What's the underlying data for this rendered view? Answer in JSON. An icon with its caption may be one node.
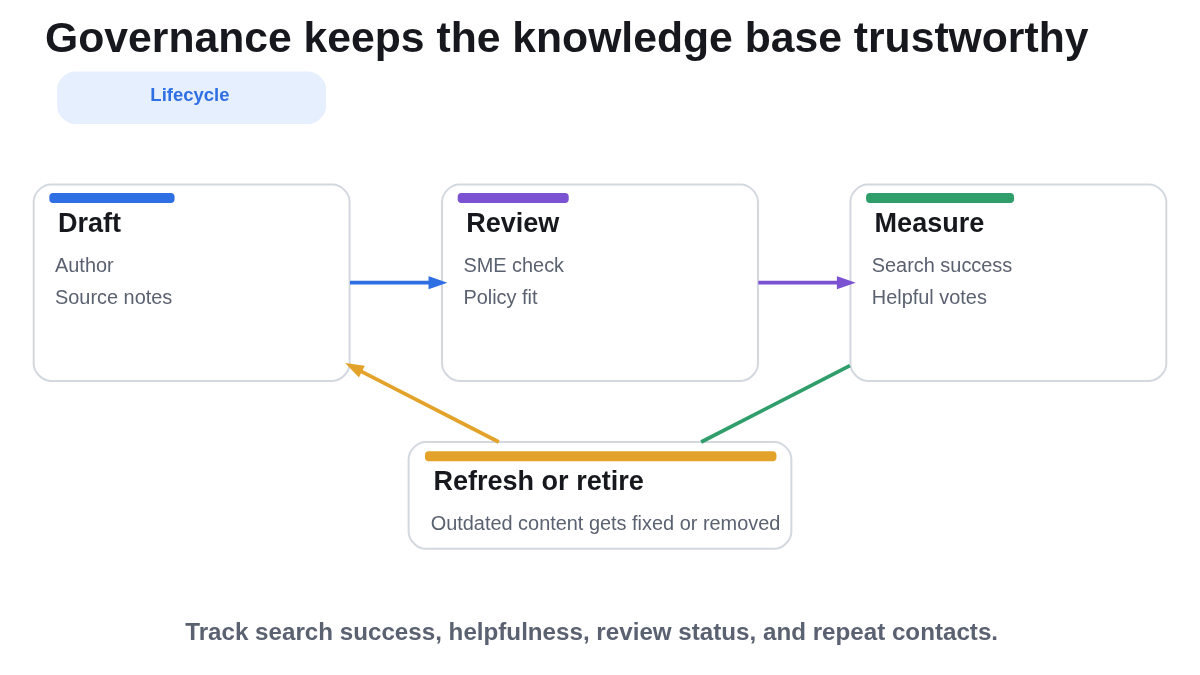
{
  "diagram": {
    "title": "Governance keeps the knowledge base trustworthy",
    "caption": "Track search success, helpfulness, review status, and repeat contacts.",
    "nodes": [
      {
        "text": [
          "Lifecycle"
        ]
      },
      {
        "text": [
          "Draft",
          "Author",
          "Source notes"
        ]
      },
      {
        "text": [
          "Review",
          "SME check",
          "Policy fit"
        ]
      },
      {
        "text": [
          "Measure",
          "Search success",
          "Helpful votes"
        ]
      },
      {
        "text": [
          "Refresh or retire",
          "Outdated content gets fixed or removed"
        ]
      }
    ],
    "edges": [
      {
        "from": 1,
        "to": 2,
        "arrow": "to",
        "color": "#2f6fe4"
      },
      {
        "from": 2,
        "to": 3,
        "arrow": "to",
        "color": "#7b52d1"
      },
      {
        "from": 3,
        "to": 4,
        "arrow": "none",
        "color": "#2f9e6a"
      },
      {
        "from": 4,
        "to": 1,
        "arrow": "to",
        "color": "#e3a22a"
      }
    ]
  }
}
